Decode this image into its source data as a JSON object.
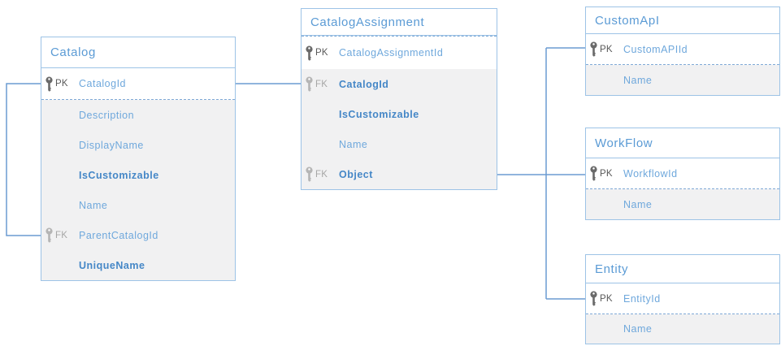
{
  "colors": {
    "box_border": "#9DC3E6",
    "connector": "#6B9BD2",
    "header_text": "#5B9BD5",
    "field_text": "#6FA8DC",
    "field_bold_text": "#4587C7",
    "pk_label": "#595959",
    "fk_label": "#A6A6A6",
    "pk_icon": "#6A6A6A",
    "fk_icon": "#B5B5B5",
    "body_background": "#F1F1F2"
  },
  "entities": [
    {
      "title": "Catalog",
      "key_rows": [
        {
          "badge": "PK",
          "name": "CatalogId"
        }
      ],
      "rows": [
        {
          "badge": "",
          "name": "Description"
        },
        {
          "badge": "",
          "name": "DisplayName"
        },
        {
          "badge": "",
          "name": "IsCustomizable"
        },
        {
          "badge": "",
          "name": "Name"
        },
        {
          "badge": "FK",
          "name": "ParentCatalogId"
        },
        {
          "badge": "",
          "name": "UniqueName"
        }
      ]
    },
    {
      "title": "CatalogAssignment",
      "key_rows": [
        {
          "badge": "PK",
          "name": "CatalogAssignmentId"
        }
      ],
      "rows": [
        {
          "badge": "FK",
          "name": "CatalogId"
        },
        {
          "badge": "",
          "name": "IsCustomizable"
        },
        {
          "badge": "",
          "name": "Name"
        },
        {
          "badge": "FK",
          "name": "Object"
        }
      ]
    },
    {
      "title": "CustomApI",
      "key_rows": [
        {
          "badge": "PK",
          "name": "CustomAPIId"
        }
      ],
      "rows": [
        {
          "badge": "",
          "name": "Name"
        }
      ]
    },
    {
      "title": "WorkFlow",
      "key_rows": [
        {
          "badge": "PK",
          "name": "WorkflowId"
        }
      ],
      "rows": [
        {
          "badge": "",
          "name": "Name"
        }
      ]
    },
    {
      "title": "Entity",
      "key_rows": [
        {
          "badge": "PK",
          "name": "EntityId"
        }
      ],
      "rows": [
        {
          "badge": "",
          "name": "Name"
        }
      ]
    }
  ]
}
